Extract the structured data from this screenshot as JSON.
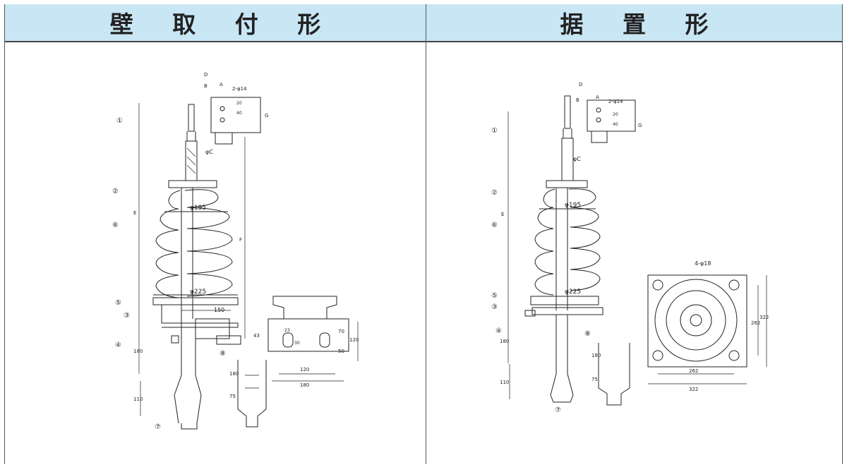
{
  "headers": {
    "left_title": "壁 取 付 形",
    "right_title": "据 置 形"
  },
  "left_drawing": {
    "callouts": [
      "①",
      "②",
      "⑥",
      "⑤",
      "③",
      "④",
      "⑦",
      "⑧"
    ],
    "dims": {
      "d": "D",
      "b": "B",
      "a": "A",
      "hole": "2-φ14",
      "d20": "20",
      "d40": "40",
      "g": "G",
      "c": "φC",
      "e": "E",
      "f": "F",
      "phi195": "φ195",
      "phi225": "φ225",
      "d150": "150",
      "d43": "43",
      "d180": "180",
      "d110": "110",
      "side180": "180",
      "side75": "75",
      "d23": "23",
      "d30": "30",
      "d70": "70",
      "d50": "50",
      "d120v": "120",
      "d120h": "120",
      "d180h": "180"
    }
  },
  "right_drawing": {
    "callouts": [
      "①",
      "②",
      "⑥",
      "⑤",
      "③",
      "④",
      "⑦",
      "⑧"
    ],
    "dims": {
      "d": "D",
      "b": "B",
      "a": "A",
      "hole": "2-φ14",
      "d20": "20",
      "d40": "40",
      "g": "G",
      "c": "φC",
      "e": "E",
      "phi195": "φ195",
      "phi225": "φ225",
      "d180": "180",
      "d110": "110",
      "side180": "180",
      "side75": "75",
      "holes4": "4-φ18",
      "d262v": "262",
      "d322v": "322",
      "d262h": "262",
      "d322h": "322"
    }
  }
}
